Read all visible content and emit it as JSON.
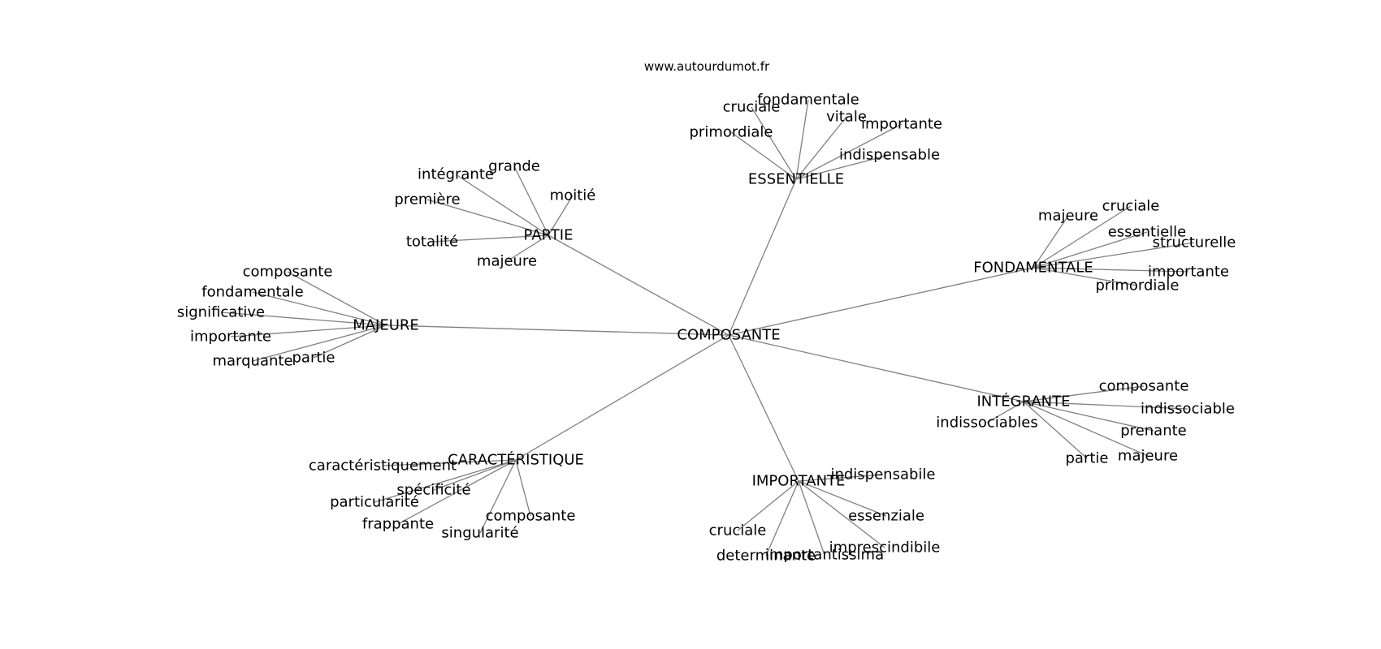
{
  "watermark": "www.autourdumot.fr",
  "root": "COMPOSANTE",
  "clusters": [
    {
      "id": "partie",
      "label": "PARTIE",
      "children": [
        "grande",
        "intégrante",
        "moitié",
        "première",
        "totalité",
        "majeure"
      ]
    },
    {
      "id": "essentielle",
      "label": "ESSENTIELLE",
      "children": [
        "cruciale",
        "fondamentale",
        "vitale",
        "importante",
        "primordiale",
        "indispensable"
      ]
    },
    {
      "id": "fondamentale",
      "label": "FONDAMENTALE",
      "children": [
        "majeure",
        "cruciale",
        "essentielle",
        "structurelle",
        "importante",
        "primordiale"
      ]
    },
    {
      "id": "majeure",
      "label": "MAJEURE",
      "children": [
        "composante",
        "fondamentale",
        "significative",
        "importante",
        "marquante",
        "partie"
      ]
    },
    {
      "id": "integrante",
      "label": "INTÉGRANTE",
      "children": [
        "composante",
        "indissociable",
        "indissociables",
        "prenante",
        "partie",
        "majeure"
      ]
    },
    {
      "id": "caracteristique",
      "label": "CARACTÉRISTIQUE",
      "children": [
        "caractéristiquement",
        "spécificité",
        "particularité",
        "frappante",
        "singularité",
        "composante"
      ]
    },
    {
      "id": "importante",
      "label": "IMPORTANTE",
      "children": [
        "indispensabile",
        "cruciale",
        "essenziale",
        "imprescindibile",
        "determinante",
        "importantissima"
      ]
    }
  ]
}
